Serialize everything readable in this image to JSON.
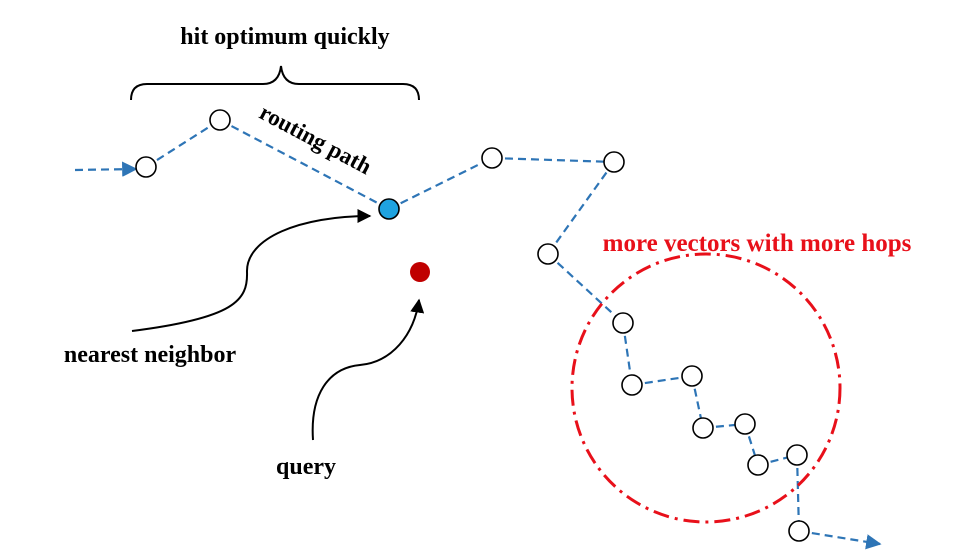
{
  "labels": {
    "top_brace": "hit optimum quickly",
    "routing": "routing path",
    "cluster": "more vectors with more hops",
    "nearest": "nearest neighbor",
    "query": "query"
  },
  "colors": {
    "edge": "#2e75b6",
    "nearest_neighbor_node": "#1fa3e0",
    "query_node": "#c00000",
    "cluster_circle": "#e8101a",
    "cluster_label": "#e8101a"
  }
}
